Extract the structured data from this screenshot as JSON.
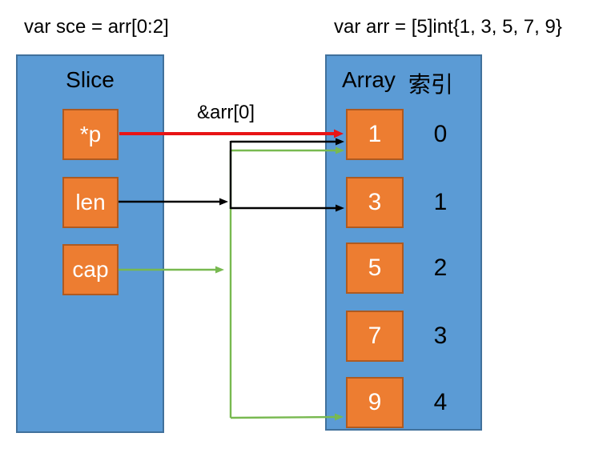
{
  "header": {
    "slice_declaration": "var sce = arr[0:2]",
    "array_declaration": "var arr = [5]int{1, 3, 5, 7, 9}"
  },
  "slice_panel": {
    "title": "Slice",
    "fields": [
      {
        "label": "*p"
      },
      {
        "label": "len"
      },
      {
        "label": "cap"
      }
    ]
  },
  "array_panel": {
    "title": "Array",
    "index_header": "索引",
    "elements": [
      {
        "value": "1",
        "index": "0"
      },
      {
        "value": "3",
        "index": "1"
      },
      {
        "value": "5",
        "index": "2"
      },
      {
        "value": "7",
        "index": "3"
      },
      {
        "value": "9",
        "index": "4"
      }
    ]
  },
  "annotations": {
    "pointer_arrow_label": "&arr[0]"
  },
  "colors": {
    "panel_blue": "#5b9bd5",
    "panel_border": "#41719c",
    "box_orange": "#ed7d31",
    "box_border": "#ae5a21",
    "arrow_red": "#e81416",
    "arrow_black": "#000000",
    "arrow_green": "#78b950"
  }
}
